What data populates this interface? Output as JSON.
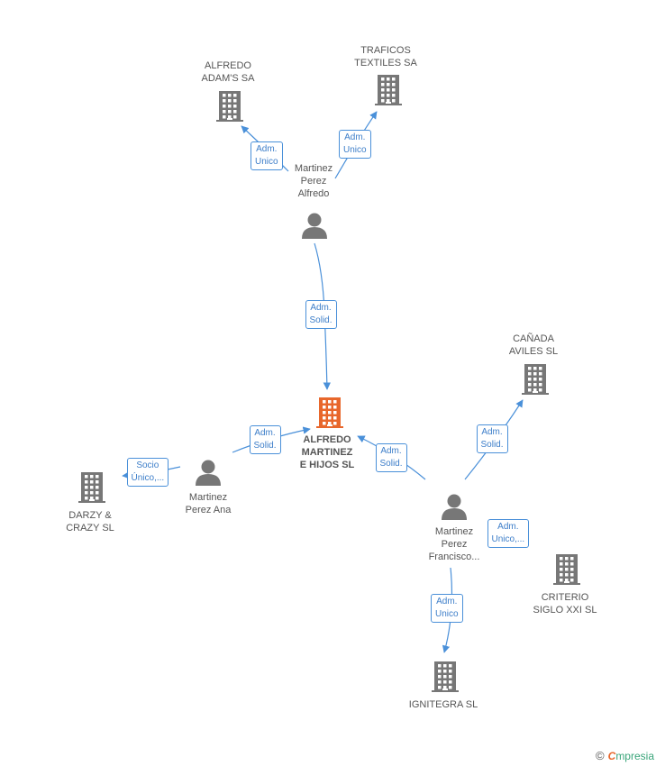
{
  "colors": {
    "company": "#777777",
    "main_company": "#e8672c",
    "person": "#777777",
    "edge": "#4a90d9"
  },
  "nodes": [
    {
      "id": "alfredo_adams",
      "type": "company",
      "label": "ALFREDO\nADAM'S SA"
    },
    {
      "id": "traficos",
      "type": "company",
      "label": "TRAFICOS\nTEXTILES SA"
    },
    {
      "id": "mp_alfredo",
      "type": "person",
      "label": "Martinez\nPerez\nAlfredo"
    },
    {
      "id": "main",
      "type": "main_company",
      "label": "ALFREDO\nMARTINEZ\nE HIJOS SL"
    },
    {
      "id": "mp_ana",
      "type": "person",
      "label": "Martinez\nPerez Ana"
    },
    {
      "id": "darzy",
      "type": "company",
      "label": "DARZY &\nCRAZY SL"
    },
    {
      "id": "canada",
      "type": "company",
      "label": "CAÑADA\nAVILES SL"
    },
    {
      "id": "mp_francisco",
      "type": "person",
      "label": "Martinez\nPerez\nFrancisco..."
    },
    {
      "id": "criterio",
      "type": "company",
      "label": "CRITERIO\nSIGLO XXI SL"
    },
    {
      "id": "ignitegra",
      "type": "company",
      "label": "IGNITEGRA SL"
    }
  ],
  "edges": [
    {
      "from": "mp_alfredo",
      "to": "alfredo_adams",
      "label": "Adm.\nUnico"
    },
    {
      "from": "mp_alfredo",
      "to": "traficos",
      "label": "Adm.\nUnico"
    },
    {
      "from": "mp_alfredo",
      "to": "main",
      "label": "Adm.\nSolid."
    },
    {
      "from": "mp_ana",
      "to": "main",
      "label": "Adm.\nSolid."
    },
    {
      "from": "mp_ana",
      "to": "darzy",
      "label": "Socio\nÚnico,..."
    },
    {
      "from": "mp_francisco",
      "to": "main",
      "label": "Adm.\nSolid."
    },
    {
      "from": "mp_francisco",
      "to": "canada",
      "label": "Adm.\nSolid."
    },
    {
      "from": "mp_francisco",
      "to": "criterio",
      "label": "Adm.\nUnico,..."
    },
    {
      "from": "mp_francisco",
      "to": "ignitegra",
      "label": "Adm.\nUnico"
    }
  ],
  "footer": {
    "copyright": "©",
    "brand_first": "C",
    "brand_rest": "mpresia"
  }
}
